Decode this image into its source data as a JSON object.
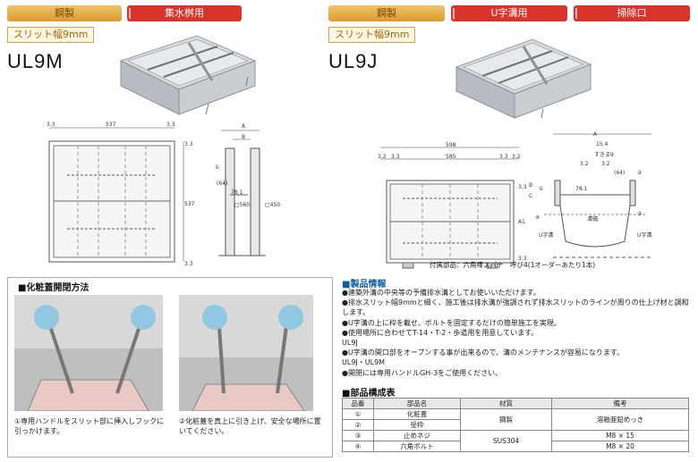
{
  "left": {
    "tags": [
      "鋼製",
      "集水桝用"
    ],
    "slit": "スリット幅9mm",
    "model": "UL9M",
    "dims_top": [
      "3.3",
      "537",
      "3.3"
    ],
    "dims_side": [
      "3.3",
      "537",
      "3.3"
    ],
    "section": {
      "A": "A",
      "B": "B",
      "note1": "(64)",
      "note2": "78.1",
      "h1": "□560",
      "h2": "□450",
      "mark": "①"
    }
  },
  "right": {
    "tags": [
      "鋼製",
      "U字溝用",
      "掃除口"
    ],
    "slit": "スリット幅9mm",
    "model": "UL9J",
    "dims_top": [
      "598"
    ],
    "dims_top2": [
      "3.2",
      "3.3",
      "585",
      "3.3",
      "3.2"
    ],
    "dims_side": [
      "3.3",
      "A1",
      "3.3"
    ],
    "section": {
      "A": "A",
      "d1": "15.4",
      "d2": "すきま9",
      "d3": "3.2",
      "d4": "3.2",
      "d5": "(64)",
      "d6": "78.1",
      "B": "B",
      "C": "C",
      "label_mizo": "溝幅",
      "m1": "①",
      "m2": "②",
      "m3": "③",
      "m4": "④",
      "u1": "U字溝",
      "u2": "U字溝"
    },
    "accessory": "付属部品：六角棒スパナ　呼び4(1オーダーあたり1本)"
  },
  "howto": {
    "title": "■化粧蓋開閉方法",
    "caption1": "①専用ハンドルをスリット部に挿入しフックに引っかけます。",
    "caption2": "②化粧蓋を真上に引き上げ、安全な場所に置いてください。"
  },
  "info": {
    "title": "■製品情報",
    "items": [
      "●建築外溝の中央等の予備排水溝としてお使いいただけます。",
      "●排水スリット幅9mmと細く、施工後は排水溝が強調されず排水スリットのラインが周りの仕上げ材と調和します。",
      "●U字溝の上に枠を載せ、ボルトを固定するだけの簡単施工を実現。",
      "●使用場所に合わせてT-14・T-2・歩道用を用意しています。",
      "UL9J",
      "●U字溝の開口部をオープンする事が出来るので、溝のメンテナンスが容易になります。",
      "UL9J・UL9M",
      "●開閉には専用ハンドルGH-3をご使用ください。"
    ]
  },
  "parts": {
    "title": "■部品構成表",
    "headers": [
      "品番",
      "部品名",
      "材質",
      "備考"
    ],
    "rows": [
      [
        "①",
        "化粧蓋",
        "鋼製",
        "溶融亜鉛めっき"
      ],
      [
        "②",
        "受枠",
        "",
        ""
      ],
      [
        "③",
        "止めネジ",
        "SUS304",
        "M8 × 15"
      ],
      [
        "④",
        "六角ボルト",
        "",
        "M8 × 20"
      ]
    ]
  }
}
